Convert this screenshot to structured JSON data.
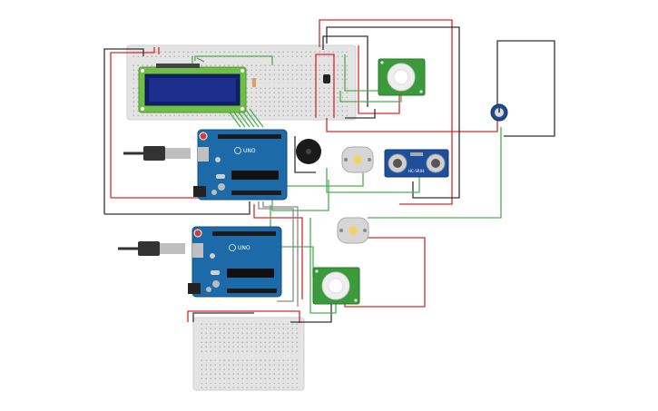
{
  "labels": {
    "uno_top": "UNO",
    "uno_bottom": "UNO",
    "ultrasonic_model": "HC-SR04"
  },
  "colors": {
    "wire_red": "#d42a2a",
    "wire_black": "#333333",
    "wire_green": "#4caf50",
    "wire_gray": "#8a8a8a",
    "arduino_blue": "#1c6aa8",
    "lcd_screen": "#1d2f8c",
    "lcd_pcb": "#6fbf47",
    "sensor_pcb": "#3b9a3b",
    "breadboard": "#e6e6e6"
  },
  "icons": {
    "usb": "usb-plug-icon",
    "buzzer": "buzzer-icon",
    "pir": "pir-dome-icon",
    "motor": "dc-motor-icon",
    "pot": "potentiometer-icon"
  }
}
